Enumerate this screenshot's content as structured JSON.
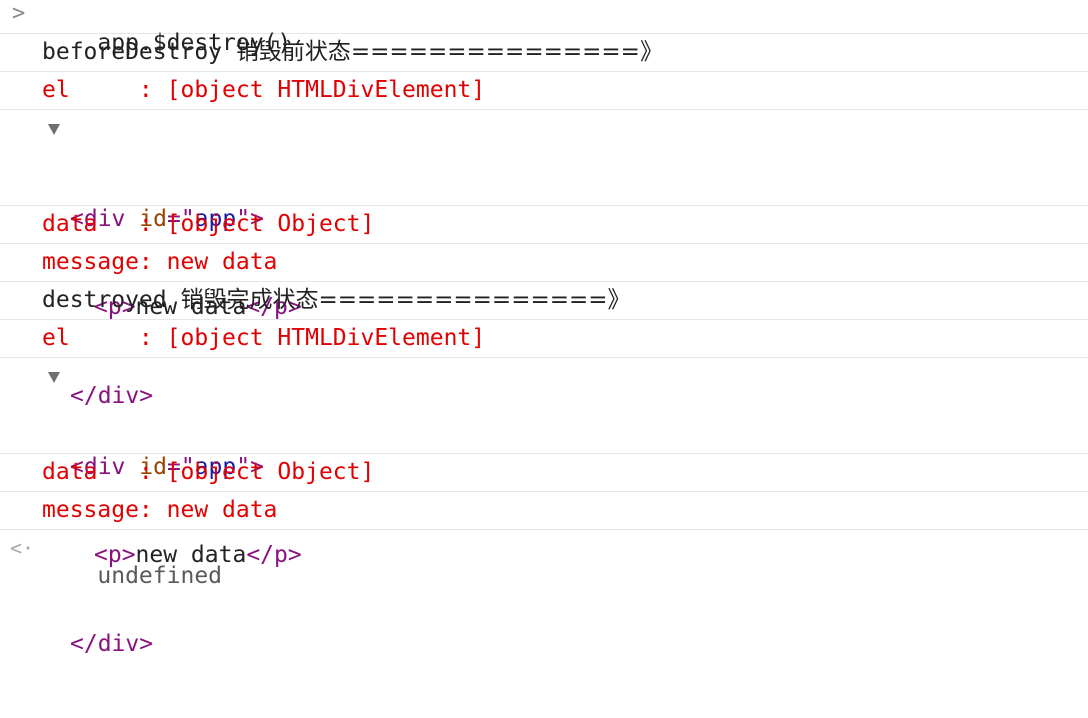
{
  "console": {
    "input_prompt": ">",
    "input_command": "app.$destroy()",
    "blocks": [
      {
        "heading_en": "beforeDestroy ",
        "heading_cn": "销毁前状态",
        "heading_tail": "===============》",
        "el_line": "el     : [object HTMLDivElement]",
        "dom": {
          "open_lt": "<",
          "tag": "div",
          "attr_name": "id",
          "attr_eq": "=\"",
          "attr_value": "app",
          "attr_close": "\">",
          "child_open": "<p>",
          "child_text": "new data",
          "child_close": "</p>",
          "close_tag": "</div>"
        },
        "data_line": "data   : [object Object]",
        "message_line": "message: new data"
      },
      {
        "heading_en": "destroyed ",
        "heading_cn": "销毁完成状态",
        "heading_tail": "===============》",
        "el_line": "el     : [object HTMLDivElement]",
        "dom": {
          "open_lt": "<",
          "tag": "div",
          "attr_name": "id",
          "attr_eq": "=\"",
          "attr_value": "app",
          "attr_close": "\">",
          "child_open": "<p>",
          "child_text": "new data",
          "child_close": "</p>",
          "close_tag": "</div>"
        },
        "data_line": "data   : [object Object]",
        "message_line": "message: new data"
      }
    ],
    "result_prompt": "<·",
    "result_value": "undefined"
  },
  "colors": {
    "log_red": "#e30000",
    "tag_purple": "#881280",
    "attr_name_brown": "#994500",
    "attr_value_blue": "#1a1aa6",
    "separator": "#e6e6e6"
  },
  "icons": {
    "input_prompt": "chevron-right-icon",
    "result_prompt": "return-arrow-icon",
    "expand_toggle": "triangle-down-icon"
  }
}
